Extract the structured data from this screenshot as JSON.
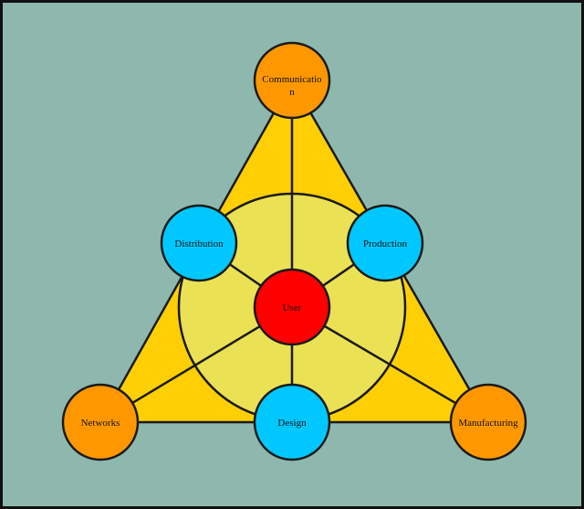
{
  "colors": {
    "background": "#8eb8ae",
    "frame": "#111111",
    "triangle_fill": "#ffcf05",
    "inner_circle_fill": "#ebe154",
    "line": "#1a1a1a",
    "outer_node_fill": "#ff9800",
    "middle_node_fill": "#00c8ff",
    "center_node_fill": "#ff0000"
  },
  "nodes": {
    "communication": {
      "label_line1": "Communicatio",
      "label_line2": "n"
    },
    "networks": {
      "label": "Networks"
    },
    "manufacturing": {
      "label": "Manufacturing"
    },
    "distribution": {
      "label": "Distribution"
    },
    "production": {
      "label": "Production"
    },
    "design": {
      "label": "Design"
    },
    "user": {
      "label": "User"
    }
  }
}
